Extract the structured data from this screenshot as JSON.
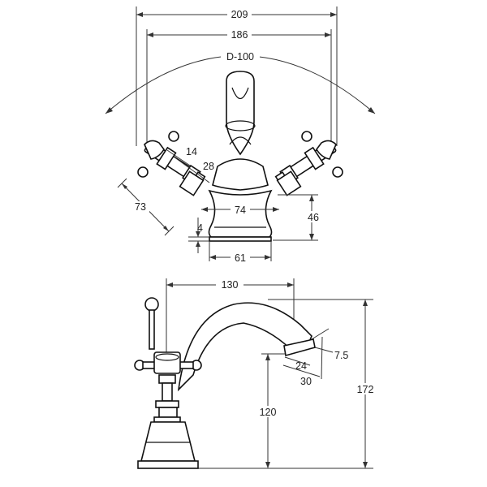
{
  "diagram": {
    "top_view": {
      "dims": {
        "overall_width": "209",
        "handle_centres": "186",
        "arc_diameter": "D-100",
        "handle_size_a": "14",
        "handle_size_b": "28",
        "handle_length": "73",
        "base_width": "74",
        "body_height": "46",
        "plinth_height": "4",
        "plinth_width": "61"
      }
    },
    "side_view": {
      "dims": {
        "spout_reach": "130",
        "spout_tip": "7.5",
        "outlet_a": "24",
        "outlet_b": "30",
        "outlet_height": "120",
        "overall_height": "172"
      }
    }
  }
}
